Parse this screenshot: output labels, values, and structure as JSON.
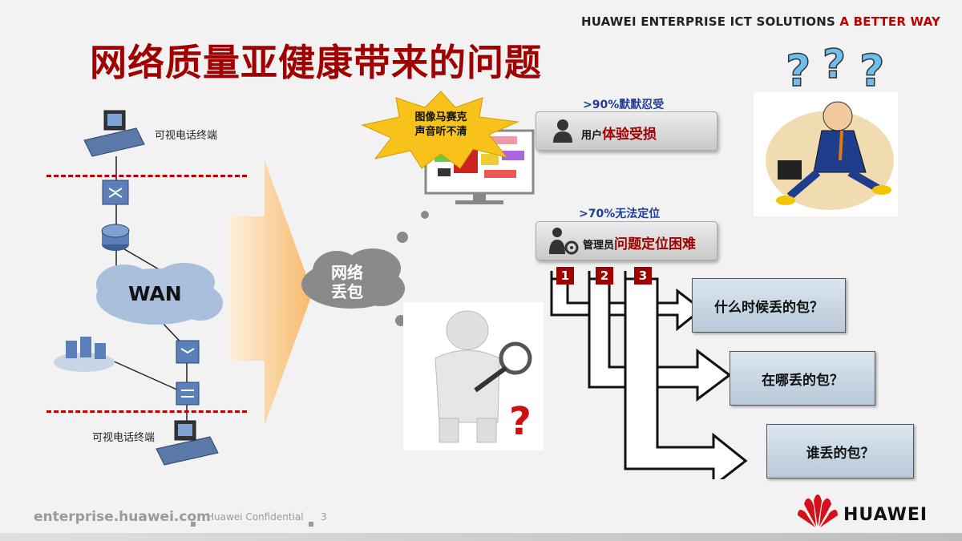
{
  "header": {
    "slogan_main": "HUAWEI ENTERPRISE ICT SOLUTIONS",
    "slogan_accent": "A BETTER WAY",
    "title": "网络质量亚健康带来的问题"
  },
  "diagram": {
    "terminal_top_label": "可视电话终端",
    "terminal_bottom_label": "可视电话终端",
    "wan_label": "WAN",
    "packet_loss_line1": "网络",
    "packet_loss_line2": "丢包",
    "mosaic_line1": "图像马赛克",
    "mosaic_line2": "声音听不清"
  },
  "impacts": {
    "user": {
      "stat": ">90%默默忍受",
      "role": "用户",
      "issue": "体验受损"
    },
    "admin": {
      "stat": ">70%无法定位",
      "role": "管理员",
      "issue": "问题定位困难"
    }
  },
  "questions": [
    {
      "num": "1",
      "text": "什么时候丢的包？"
    },
    {
      "num": "2",
      "text": "在哪丢的包？"
    },
    {
      "num": "3",
      "text": "谁丢的包？"
    }
  ],
  "footer": {
    "url": "enterprise.huawei.com",
    "confidential": "Huawei Confidential",
    "page": "3",
    "brand": "HUAWEI"
  },
  "colors": {
    "accent": "#a00000",
    "stat_blue": "#1f3c99",
    "question_box": "#c8d6e4"
  }
}
